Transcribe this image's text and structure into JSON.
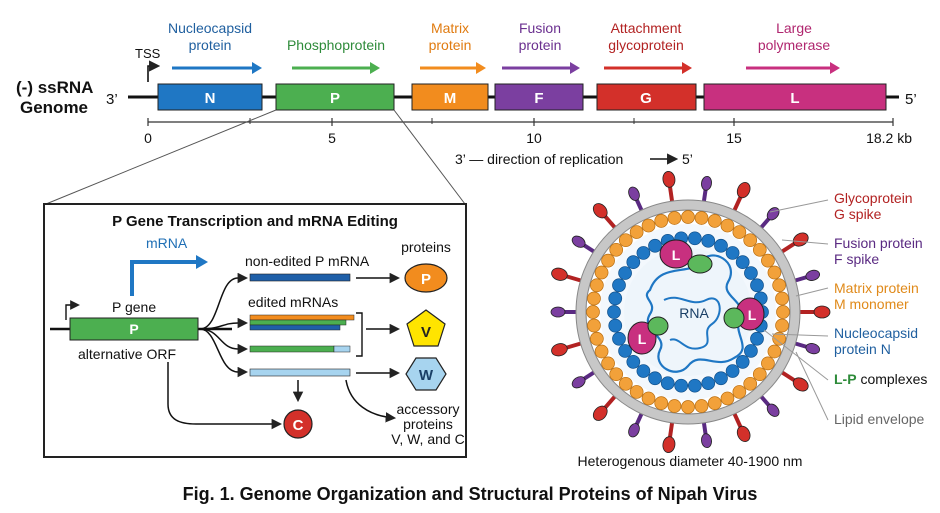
{
  "genome_label": {
    "line1": "(-) ssRNA",
    "line2": "Genome"
  },
  "end_3": "3’",
  "end_5": "5’",
  "tss": "TSS",
  "genes": [
    {
      "letter": "N",
      "protein_line1": "Nucleocapsid",
      "protein_line2": "protein",
      "color": "#1f77c4",
      "label_color": "#1f5f9f"
    },
    {
      "letter": "P",
      "protein_line1": "Phosphoprotein",
      "protein_line2": "",
      "color": "#4caf50",
      "label_color": "#2e8b3a"
    },
    {
      "letter": "M",
      "protein_line1": "Matrix",
      "protein_line2": "protein",
      "color": "#f28c1e",
      "label_color": "#e07b10"
    },
    {
      "letter": "F",
      "protein_line1": "Fusion",
      "protein_line2": "protein",
      "color": "#7b3fa0",
      "label_color": "#6a2f8f"
    },
    {
      "letter": "G",
      "protein_line1": "Attachment",
      "protein_line2": "glycoprotein",
      "color": "#d3302a",
      "label_color": "#b22222"
    },
    {
      "letter": "L",
      "protein_line1": "Large",
      "protein_line2": "polymerase",
      "color": "#c8307f",
      "label_color": "#b0266f"
    }
  ],
  "axis": {
    "ticks": [
      "0",
      "5",
      "10",
      "15",
      "18.2 kb"
    ]
  },
  "replication": {
    "text": "3’ — direction of replication",
    "end": "5’"
  },
  "inset": {
    "title": "P Gene Transcription and mRNA Editing",
    "mrna": "mRNA",
    "p_gene": "P gene",
    "p_box": "P",
    "alt_orf": "alternative ORF",
    "non_edited": "non-edited P mRNA",
    "edited": "edited mRNAs",
    "proteins": "proteins",
    "out_p": "P",
    "out_v": "V",
    "out_w": "W",
    "out_c": "C",
    "accessory": [
      "accessory",
      "proteins",
      "V, W, and C"
    ]
  },
  "virion": {
    "rna": "RNA",
    "l": "L",
    "diameter": "Heterogenous diameter 40-1900 nm",
    "legend": [
      {
        "line1": "Glycoprotein",
        "line2": "G spike",
        "color": "#b22222"
      },
      {
        "line1": "Fusion protein",
        "line2": "F spike",
        "color": "#5a2a82"
      },
      {
        "line1": "Matrix protein",
        "line2": "M monomer",
        "color": "#e08a1a"
      },
      {
        "line1": "Nucleocapsid",
        "line2": "protein N",
        "color": "#1f5f9f"
      },
      {
        "line1_a": "L-P",
        "line1_b": " complexes",
        "color": "#2e8b3a"
      },
      {
        "line1": "Lipid envelope",
        "color": "#666666"
      }
    ]
  },
  "caption": "Fig. 1. Genome Organization and Structural Proteins of Nipah Virus"
}
